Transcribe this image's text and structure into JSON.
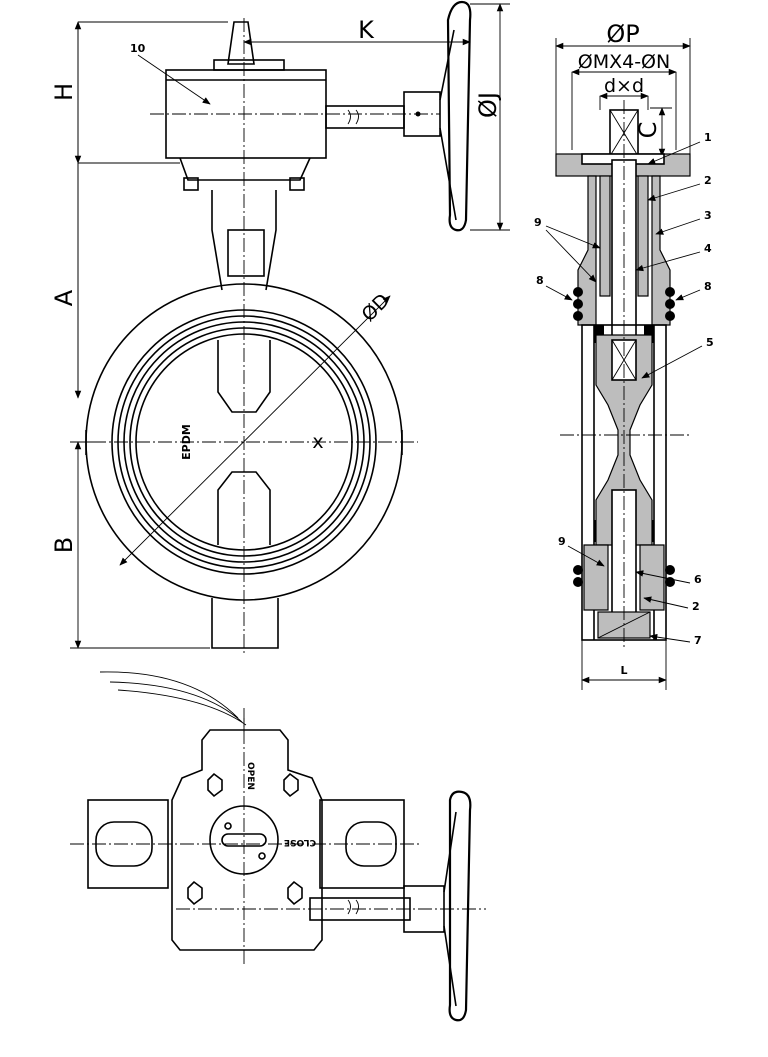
{
  "dimensions": {
    "K": "K",
    "H": "H",
    "A": "A",
    "B": "B",
    "J": "ØJ",
    "D": "ØD",
    "P": "ØP",
    "M": "ØMX4-ØN",
    "dxd": "d×d",
    "C": "C",
    "L": "L",
    "X": "x"
  },
  "labels": {
    "seat_material": "EPDM",
    "open": "OPEN",
    "close": "CLOSE"
  },
  "callouts": [
    "10",
    "1",
    "2",
    "3",
    "4",
    "5",
    "6",
    "7",
    "8",
    "9",
    "2",
    "8",
    "9",
    "9"
  ]
}
